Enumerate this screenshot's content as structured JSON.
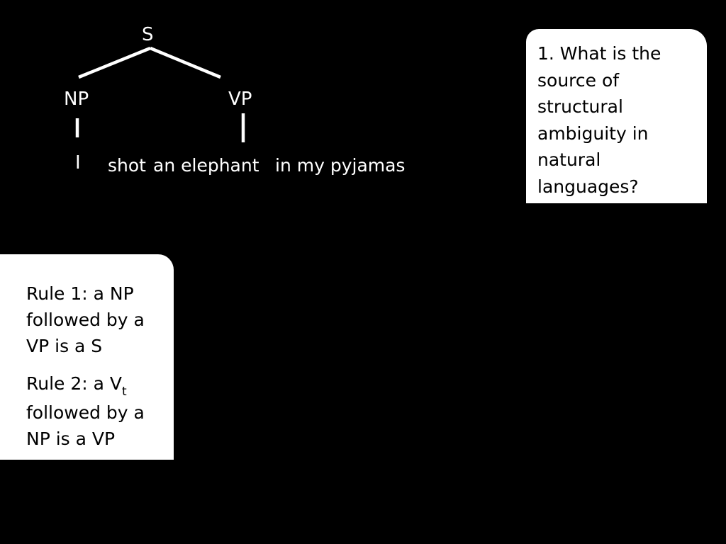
{
  "tree": {
    "root": "S",
    "left_node": "NP",
    "right_node": "VP",
    "words": {
      "i": "I",
      "shot": "shot",
      "elephant": "an elephant",
      "pyjamas": "in my pyjamas"
    }
  },
  "question": {
    "text": "1. What is the source of structural ambiguity in natural languages?"
  },
  "rules": {
    "rule1": "Rule 1: a NP followed by a VP is a S",
    "rule2_prefix": "Rule 2: a V",
    "rule2_subscript": "t",
    "rule2_suffix": "followed by a NP is a VP"
  },
  "colors": {
    "background": "#000000",
    "foreground": "#ffffff",
    "card": "#ffffff",
    "card_text": "#000000"
  }
}
